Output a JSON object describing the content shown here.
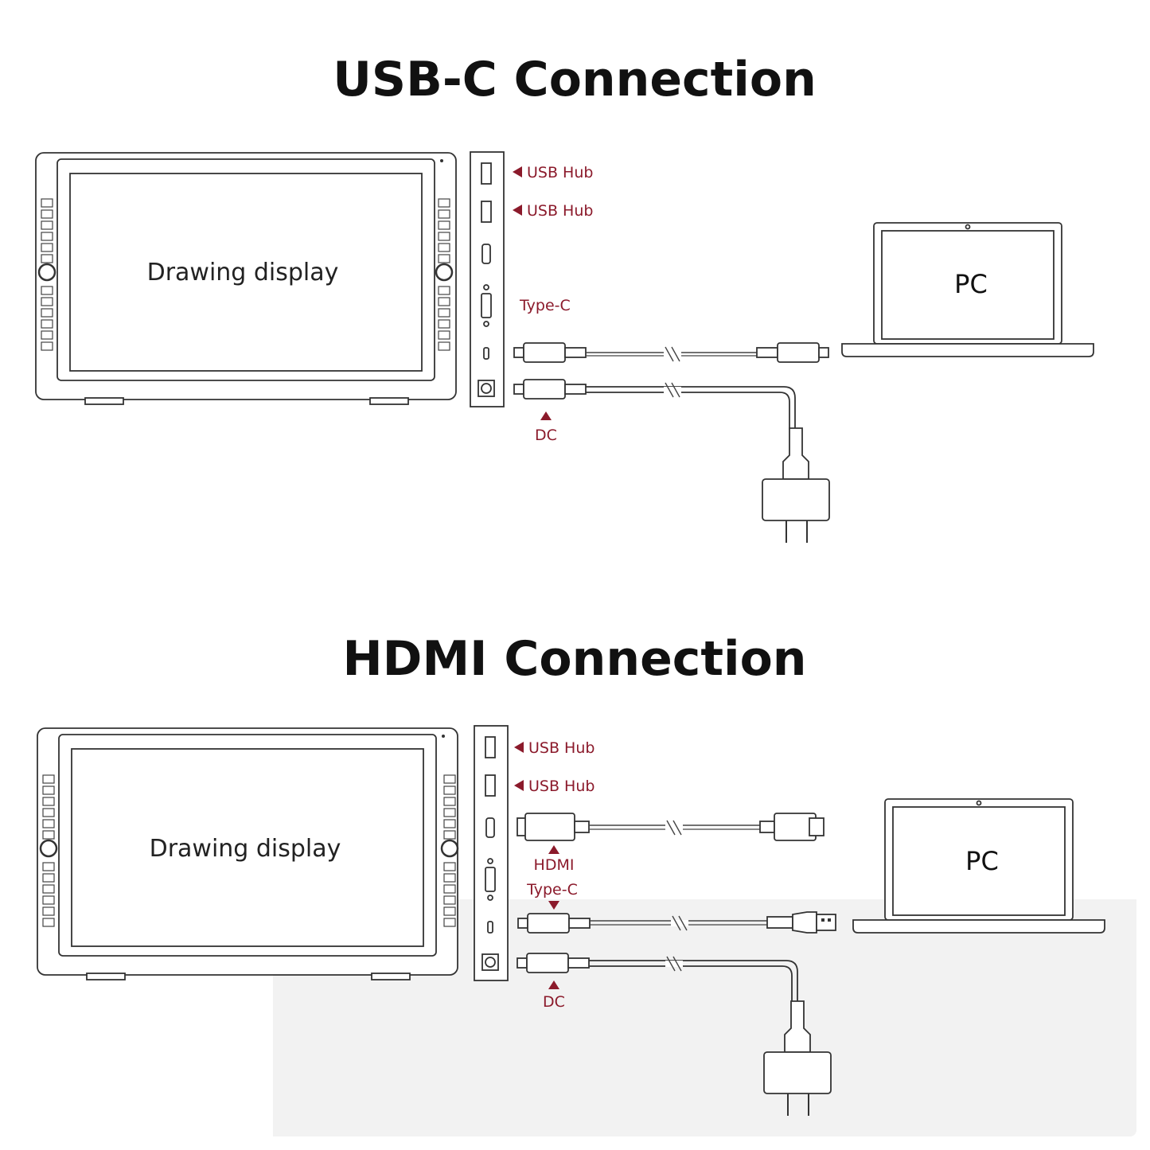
{
  "accent_color": "#8b1a2b",
  "sections": [
    {
      "title": "USB-C Connection",
      "display_label": "Drawing display",
      "pc_label": "PC",
      "port_labels": [
        "USB Hub",
        "USB Hub",
        "Type-C",
        "DC"
      ]
    },
    {
      "title": "HDMI Connection",
      "display_label": "Drawing display",
      "pc_label": "PC",
      "port_labels": [
        "USB Hub",
        "USB Hub",
        "HDMI",
        "Type-C",
        "DC"
      ]
    }
  ],
  "icons": [
    "usb-c-plug-icon",
    "hdmi-plug-icon",
    "usb-a-plug-icon",
    "power-adapter-icon",
    "laptop-icon",
    "tablet-icon"
  ]
}
